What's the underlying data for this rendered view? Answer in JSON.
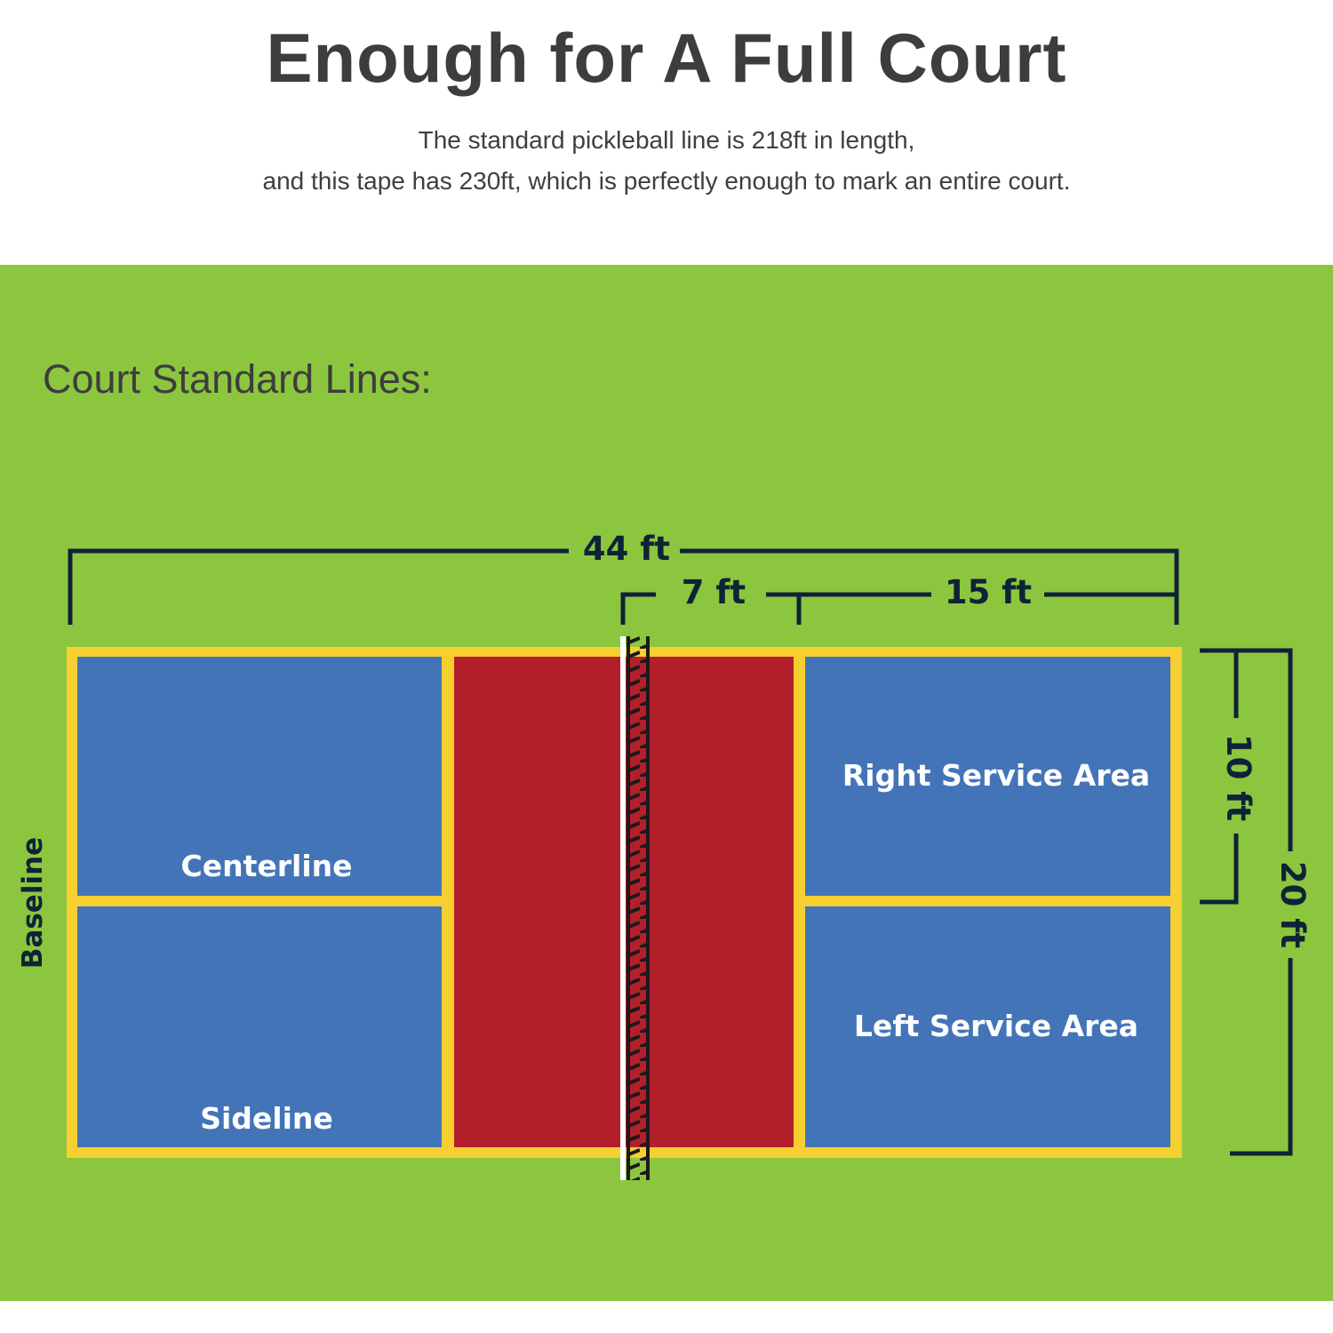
{
  "header": {
    "title": "Enough for A Full Court",
    "subtitle_line1": "The standard pickleball line is 218ft in length,",
    "subtitle_line2": "and this tape has 230ft, which is perfectly enough to mark an entire court."
  },
  "diagram": {
    "heading": "Court Standard Lines:",
    "dimensions": {
      "total_length": "44 ft",
      "kitchen_depth": "7 ft",
      "service_depth": "15 ft",
      "service_width": "10 ft",
      "court_width": "20 ft"
    },
    "labels": {
      "baseline": "Baseline",
      "centerline": "Centerline",
      "sideline": "Sideline",
      "right_service_area": "Right Service Area",
      "left_service_area": "Left Service Area"
    },
    "colors": {
      "background": "#8cc63f",
      "service_area": "#4474b8",
      "kitchen": "#b31f2b",
      "court_lines": "#f7cf30",
      "dimension_lines": "#0f2337",
      "net_post": "#ffffff"
    }
  }
}
